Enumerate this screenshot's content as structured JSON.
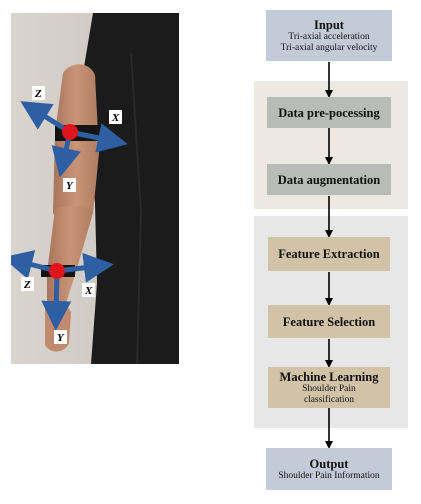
{
  "photo": {
    "axes": {
      "upper": {
        "z": "Z",
        "x": "X",
        "y": "Y"
      },
      "lower": {
        "z": "Z",
        "x": "X",
        "y": "Y"
      }
    },
    "sensor_color": "#e0151b",
    "arrow_color": "#2f5fa3"
  },
  "flow": {
    "input": {
      "title": "Input",
      "line1": "Tri-axial acceleration",
      "line2": "Tri-axial angular velocity"
    },
    "preprocessing": {
      "title": "Data pre-pocessing"
    },
    "augmentation": {
      "title": "Data augmentation"
    },
    "extraction": {
      "title": "Feature Extraction"
    },
    "selection": {
      "title": "Feature Selection"
    },
    "learning": {
      "title": "Machine Learning",
      "line1": "Shoulder Pain",
      "line2": "classification"
    },
    "output": {
      "title": "Output",
      "line1": "Shoulder Pain Information"
    }
  }
}
